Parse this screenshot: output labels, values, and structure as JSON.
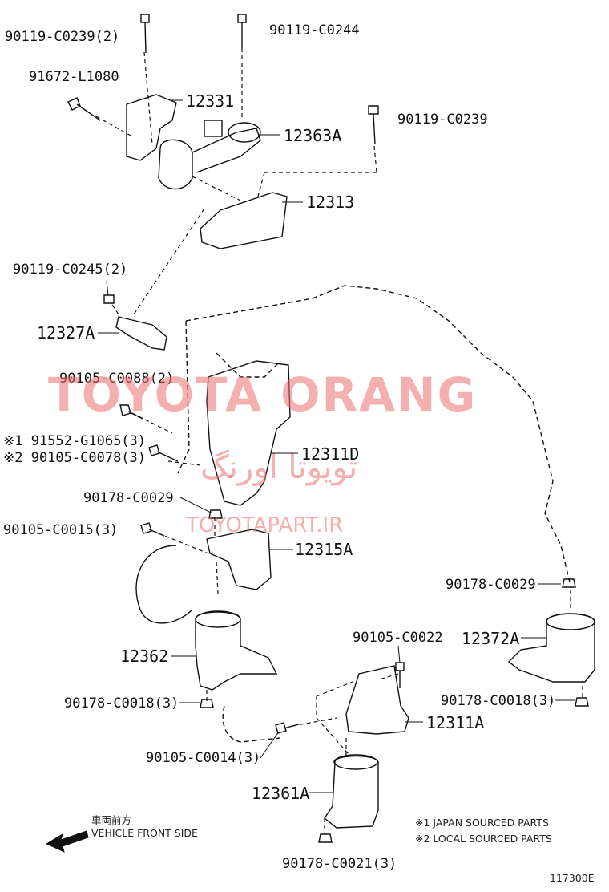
{
  "labels": {
    "p1": "90119-C0239(2)",
    "p2": "90119-C0244",
    "p3": "91672-L1080",
    "p4": "12331",
    "p5": "12363A",
    "p6": "90119-C0239",
    "p7": "12313",
    "p8": "90119-C0245(2)",
    "p9": "12327A",
    "p10": "90105-C0088(2)",
    "p11": "※1 91552-G1065(3)",
    "p12": "※2 90105-C0078(3)",
    "p13": "12311D",
    "p14": "90178-C0029",
    "p15": "90105-C0015(3)",
    "p16": "12315A",
    "p17": "90178-C0029",
    "p18": "90105-C0022",
    "p19": "12372A",
    "p20": "12362",
    "p21": "90178-C0018(3)",
    "p22": "90178-C0018(3)",
    "p23": "12311A",
    "p24": "90105-C0014(3)",
    "p25": "12361A",
    "p26": "90178-C0021(3)"
  },
  "direction": {
    "jp": "車両前方",
    "en": "VEHICLE FRONT SIDE"
  },
  "notes": {
    "n1": "※1 JAPAN SOURCED PARTS",
    "n2": "※2 LOCAL SOURCED PARTS"
  },
  "figure_code": "117300E",
  "watermark": {
    "main": "TOYOTA ORANG",
    "farsi": "تویوتا اورنگ",
    "url": "TOYOTAPART.IR"
  },
  "icons": {
    "arrow": "front-direction-arrow-icon"
  }
}
